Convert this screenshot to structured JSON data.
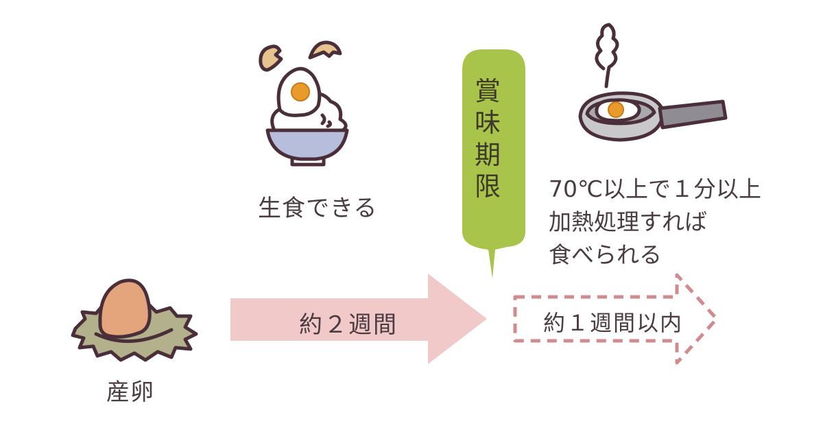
{
  "labels": {
    "raw": "生食できる",
    "laying": "産卵",
    "heated_lines": [
      "70℃以上で１分以上",
      "加熱処理すれば",
      "食べられる"
    ]
  },
  "arrows": {
    "solid": "約２週間",
    "dashed": "約１週間以内"
  },
  "banner": {
    "chars": [
      "賞",
      "味",
      "期",
      "限"
    ]
  },
  "colors": {
    "solid_arrow": "#f0c9c8",
    "dashed_arrow": "#d18a8e",
    "banner": "#a8c44a",
    "outline": "#4a2f3a",
    "egg": "#e4a57c",
    "nest": "#b3b08c",
    "yolk": "#e89a2a",
    "bowl": "#b7bedb"
  }
}
